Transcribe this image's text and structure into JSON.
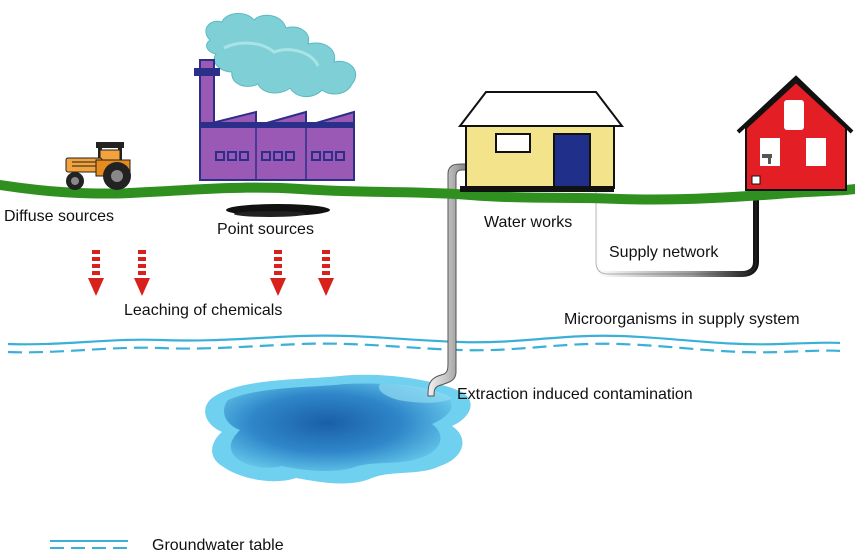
{
  "labels": {
    "diffuse_sources": "Diffuse sources",
    "point_sources": "Point sources",
    "water_works": "Water works",
    "supply_network": "Supply network",
    "leaching": "Leaching of chemicals",
    "microorganisms": "Microorganisms in supply system",
    "extraction": "Extraction induced contamination",
    "legend_groundwater": "Groundwater table"
  },
  "icons": [
    "tractor-icon",
    "factory-icon",
    "smoke-icon",
    "water-works-building-icon",
    "house-icon",
    "faucet-icon",
    "arrow-down-icon"
  ],
  "colors": {
    "ground": "#2f8f1f",
    "groundwater_line": "#3ab0d8",
    "arrow": "#d8201c",
    "factory": "#9b59b6",
    "smoke": "#7fd0d6",
    "house": "#e31e24",
    "water_works_wall": "#f3e38a",
    "pool_dark": "#1f6fb5",
    "pool_light": "#5cc6e8"
  }
}
